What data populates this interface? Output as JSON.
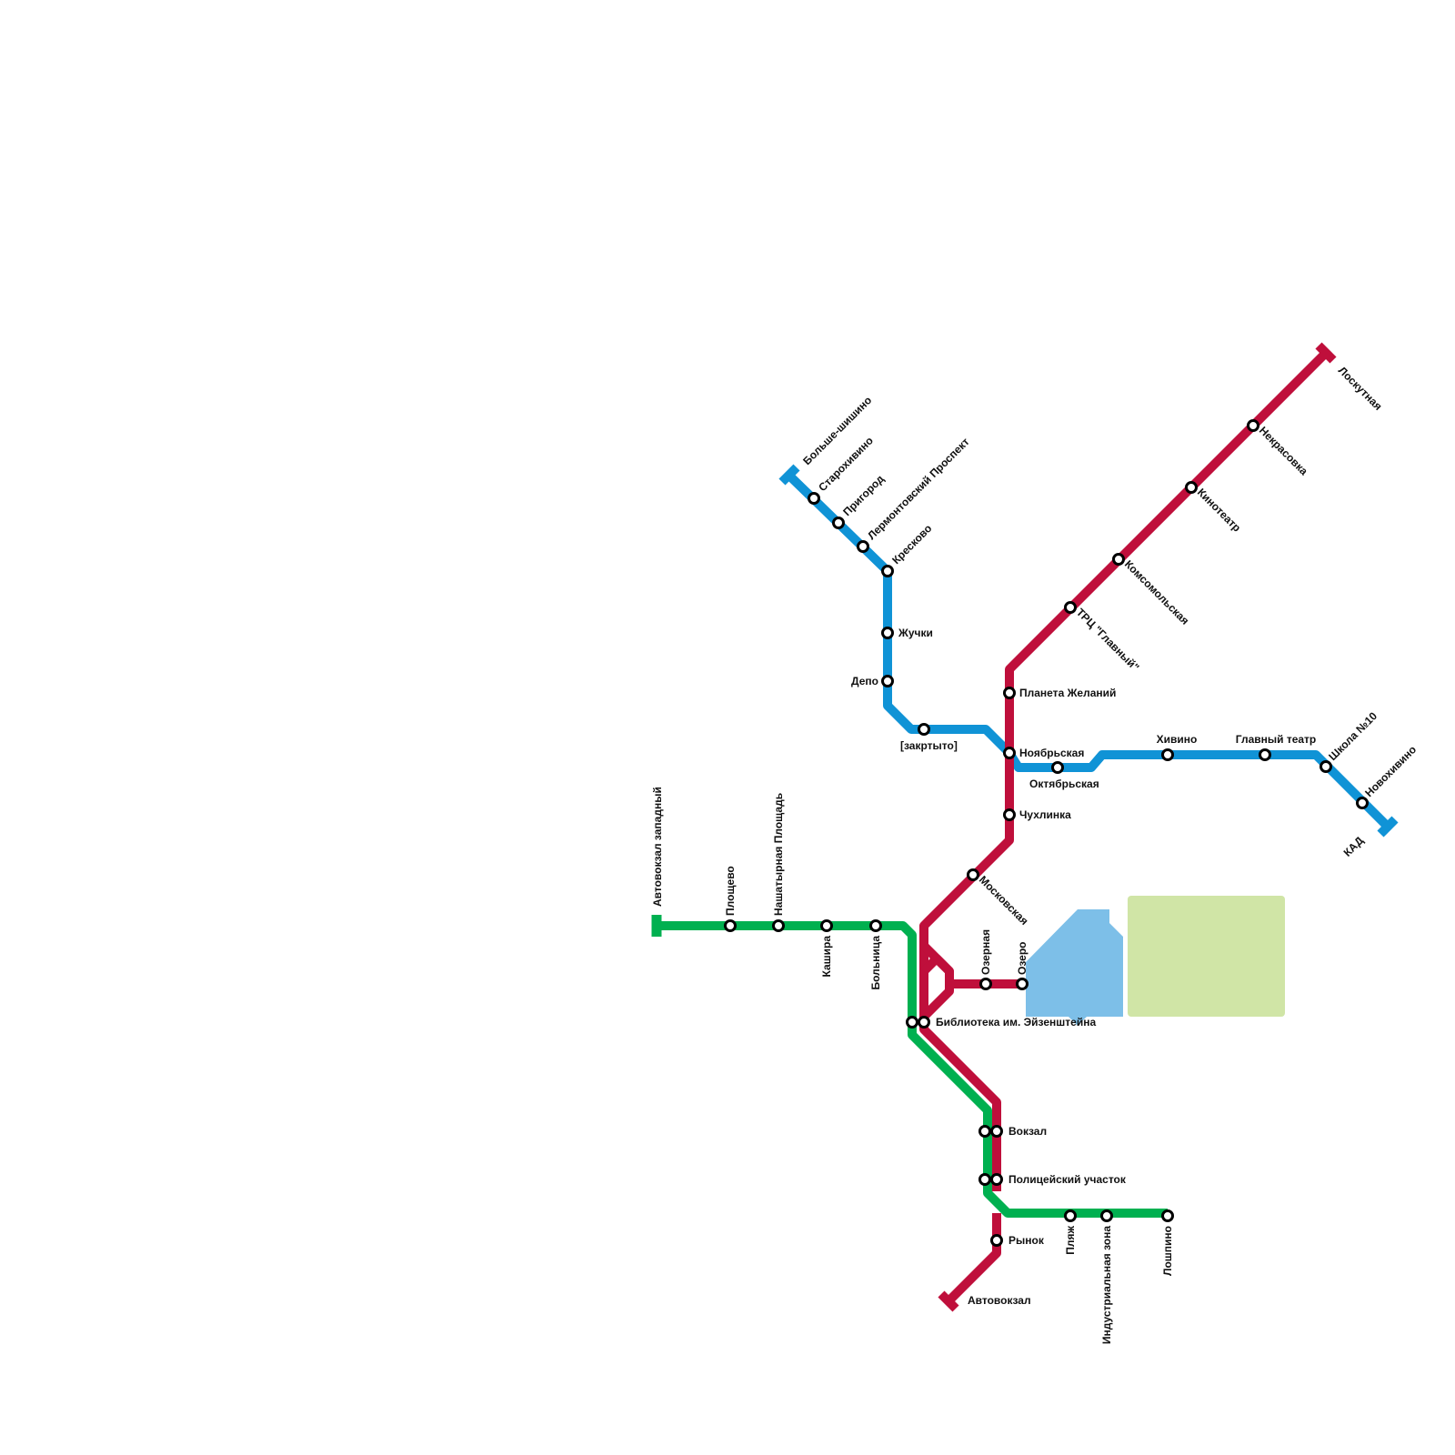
{
  "lines": {
    "red": {
      "color": "#BF0F3B"
    },
    "blue": {
      "color": "#1093D6"
    },
    "green": {
      "color": "#00B050"
    }
  },
  "areas": {
    "lake": {
      "color": "#7DBFE8"
    },
    "park": {
      "color": "#D0E5A6"
    }
  },
  "terminals": {
    "loskutnaya": "Лоскутная",
    "avtovokzal": "Автовокзал",
    "bolshe_shishino": "Больше-шишино",
    "kad": "КАД",
    "avtovokzal_zapadny": "Автовокзал западный"
  },
  "stations": {
    "nekrasovka": "Некрасовка",
    "kinoteatr": "Кинотеатр",
    "komsomolskaya": "Комсомольская",
    "trc": "ТРЦ \"Главный\"",
    "planeta": "Планета Желаний",
    "noyabrskaya": "Ноябрьская",
    "chukhlinka": "Чухлинка",
    "moskovskaya": "Московская",
    "ozernaya": "Озерная",
    "ozero": "Озеро",
    "biblioteka": "Библиотека им. Эйзенштейна",
    "vokzal": "Вокзал",
    "politseisky": "Полицейский участок",
    "rynok": "Рынок",
    "starokhivino": "Старохивино",
    "prigorod": "Пригород",
    "lermontovsky": "Лермонтовский Проспект",
    "kreskovo": "Кресково",
    "zhuchki": "Жучки",
    "depo": "Депо",
    "zakrytо": "[закртыто]",
    "oktyabrskaya": "Октябрьская",
    "khivino": "Хивино",
    "glavny_teatr": "Главный театр",
    "shkola10": "Школа №10",
    "novokhivino": "Новохивино",
    "ploshchevo": "Площево",
    "nashatyrnaya": "Нашатырная Площадь",
    "kashira": "Кашира",
    "bolnitsa": "Больница",
    "plyazh": "Пляж",
    "industrialnaya": "Индустриальная зона",
    "loshpino": "Лошпино"
  }
}
